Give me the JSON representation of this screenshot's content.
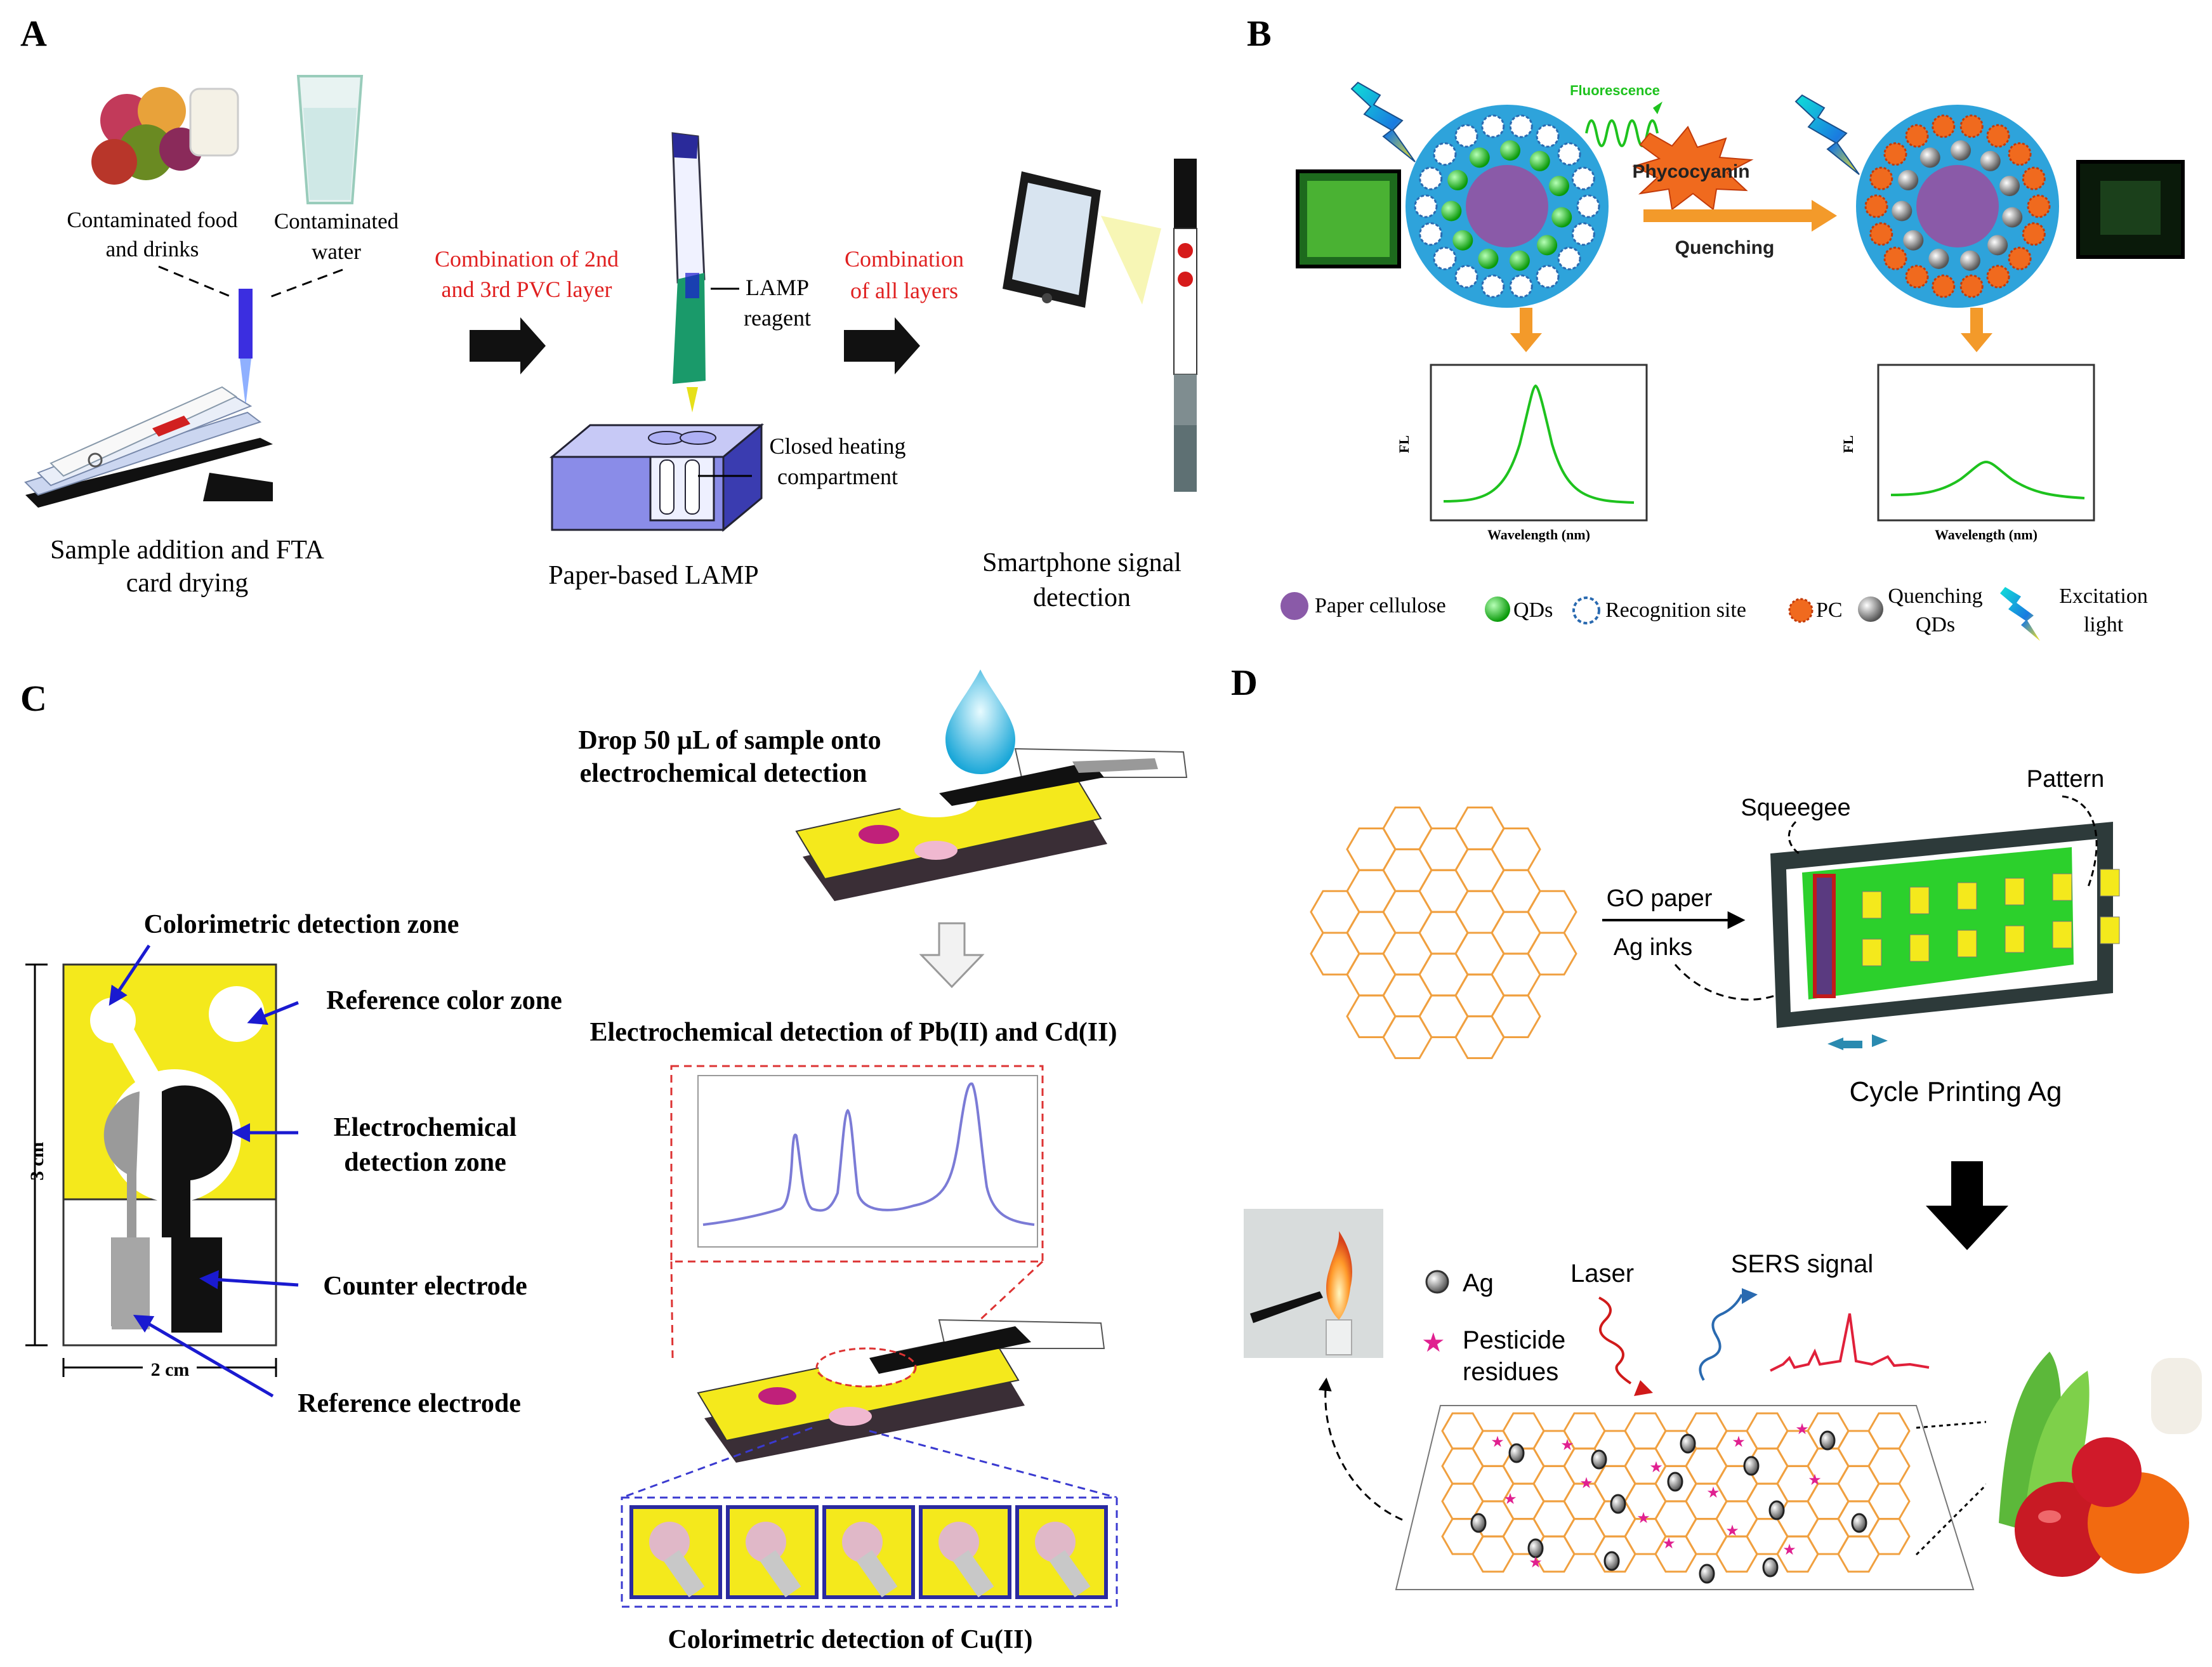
{
  "panels": {
    "A": {
      "letter": "A",
      "food_label_1": "Contaminated food",
      "food_label_2": "and drinks",
      "water_label_1": "Contaminated",
      "water_label_2": "water",
      "step1_label_1": "Sample addition and FTA",
      "step1_label_2": "card drying",
      "comb1_label_1": "Combination of 2nd",
      "comb1_label_2": "and 3rd PVC layer",
      "lamp_reagent_1": "LAMP",
      "lamp_reagent_2": "reagent",
      "closed_heating_1": "Closed heating",
      "closed_heating_2": "compartment",
      "step2_label": "Paper-based LAMP",
      "comb2_label_1": "Combination",
      "comb2_label_2": "of all layers",
      "step3_label_1": "Smartphone signal",
      "step3_label_2": "detection"
    },
    "B": {
      "letter": "B",
      "fluorescence": "Fluorescence",
      "phycocyanin": "Phycocyanin",
      "quenching": "Quenching",
      "fl_axis": "FL",
      "wavelength_axis": "Wavelength (nm)",
      "legend": {
        "paper": "Paper cellulose",
        "qds": "QDs",
        "recognition": "Recognition site",
        "pc": "PC",
        "quenching_qds_1": "Quenching",
        "quenching_qds_2": "QDs",
        "excitation_1": "Excitation",
        "excitation_2": "light"
      }
    },
    "C": {
      "letter": "C",
      "drop_label_1": "Drop 50 µL  of sample onto",
      "drop_label_2": "electrochemical detection",
      "colorimetric_zone": "Colorimetric detection zone",
      "reference_color_zone": "Reference color zone",
      "electrochem_zone_1": "Electrochemical",
      "electrochem_zone_2": "detection zone",
      "counter_electrode": "Counter electrode",
      "reference_electrode": "Reference electrode",
      "dim_height": "3 cm",
      "dim_width": "2 cm",
      "ec_detection": "Electrochemical detection of Pb(II) and Cd(II)",
      "colorimetric_cu": "Colorimetric detection of Cu(II)"
    },
    "D": {
      "letter": "D",
      "go_paper": "GO paper",
      "ag_inks": "Ag inks",
      "squeegee": "Squeegee",
      "pattern": "Pattern",
      "cycle_printing": "Cycle Printing Ag",
      "ag": "Ag",
      "pesticide_1": "Pesticide",
      "pesticide_2": "residues",
      "laser": "Laser",
      "sers_signal": "SERS signal"
    }
  },
  "colors": {
    "red_text": "#e02020",
    "paper_blue": "#2ea3db",
    "paper_purple": "#8a5aa8",
    "qd_green": "#1ec21e",
    "pc_orange": "#f06a1e",
    "yellow_zone": "#f4e91c",
    "hex_orange": "#f0a040",
    "blue_arrow": "#1a1ad0",
    "curve_blue": "#7b7bd6"
  }
}
